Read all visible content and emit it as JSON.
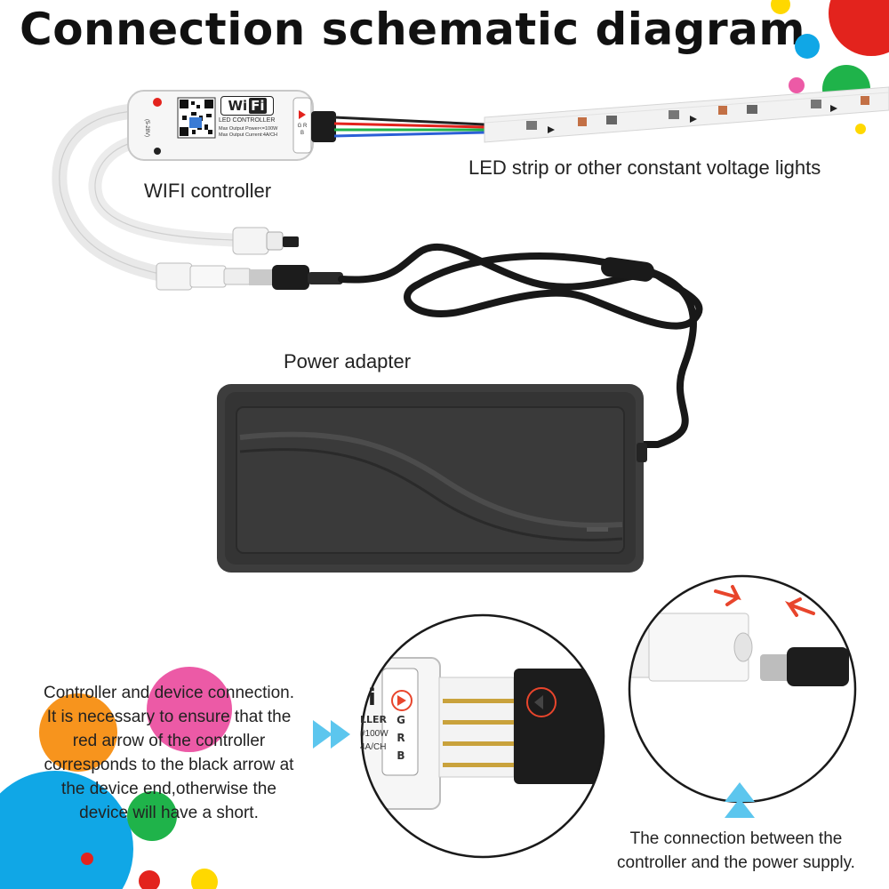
{
  "title": "Connection schematic diagram",
  "labels": {
    "wifi_controller": "WIFI controller",
    "led_strip": "LED strip or other constant voltage lights",
    "power_adapter": "Power adapter"
  },
  "controller_device": {
    "wifi_logo": "Wi",
    "wifi_logo_fi": "Fi",
    "sub1": "LED CONTROLLER",
    "sub2": "Max Output Power<=100W",
    "sub3": "Max Output Current:4A/CH",
    "voltage": "(5-28V)",
    "pins": "G R B"
  },
  "zoom_left": {
    "frag_i": "i",
    "frag_ller": "LLER",
    "frag_100w": "#100W",
    "frag_4ach": "4A/CH",
    "pins": "G R B"
  },
  "notes": {
    "left_lines": [
      "Controller and device connection.",
      "It is necessary to ensure that the",
      "red arrow of the controller",
      "corresponds to the black arrow at",
      "the device end,otherwise the",
      "device will have a short."
    ],
    "right_lines": [
      "The connection between the",
      "controller and the power supply."
    ]
  },
  "colors": {
    "accent_red": "#e8452c",
    "arrow_blue": "#5cc6ee",
    "dot_red": "#e3231d",
    "dot_yellow": "#ffd800",
    "dot_blue": "#10a7e6",
    "dot_green": "#1fb34a",
    "dot_pink": "#ec5aa6",
    "dot_orange": "#f7941d",
    "adapter_body": "#3a3a3a"
  }
}
